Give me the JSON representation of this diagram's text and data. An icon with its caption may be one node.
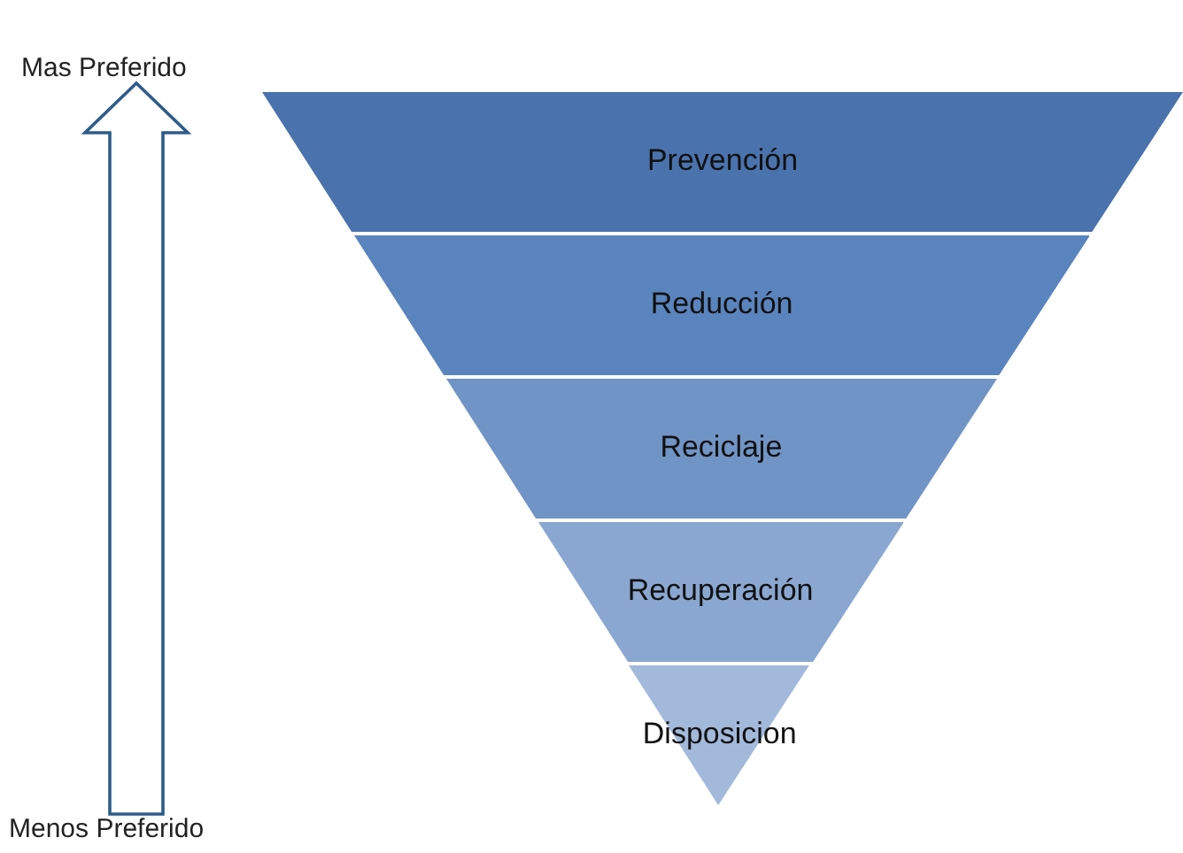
{
  "diagram": {
    "nodes": [
      {
        "text": [
          "Mas Preferido"
        ]
      },
      {
        "text": [
          "Prevención"
        ]
      },
      {
        "text": [
          "Reducción"
        ]
      },
      {
        "text": [
          "Reciclaje"
        ]
      },
      {
        "text": [
          "Recuperación"
        ]
      },
      {
        "text": [
          "Disposicion"
        ]
      },
      {
        "text": [
          "Menos Preferido"
        ]
      }
    ],
    "edges": [
      {
        "from": 6,
        "to": 0,
        "arrow": "to"
      }
    ]
  }
}
